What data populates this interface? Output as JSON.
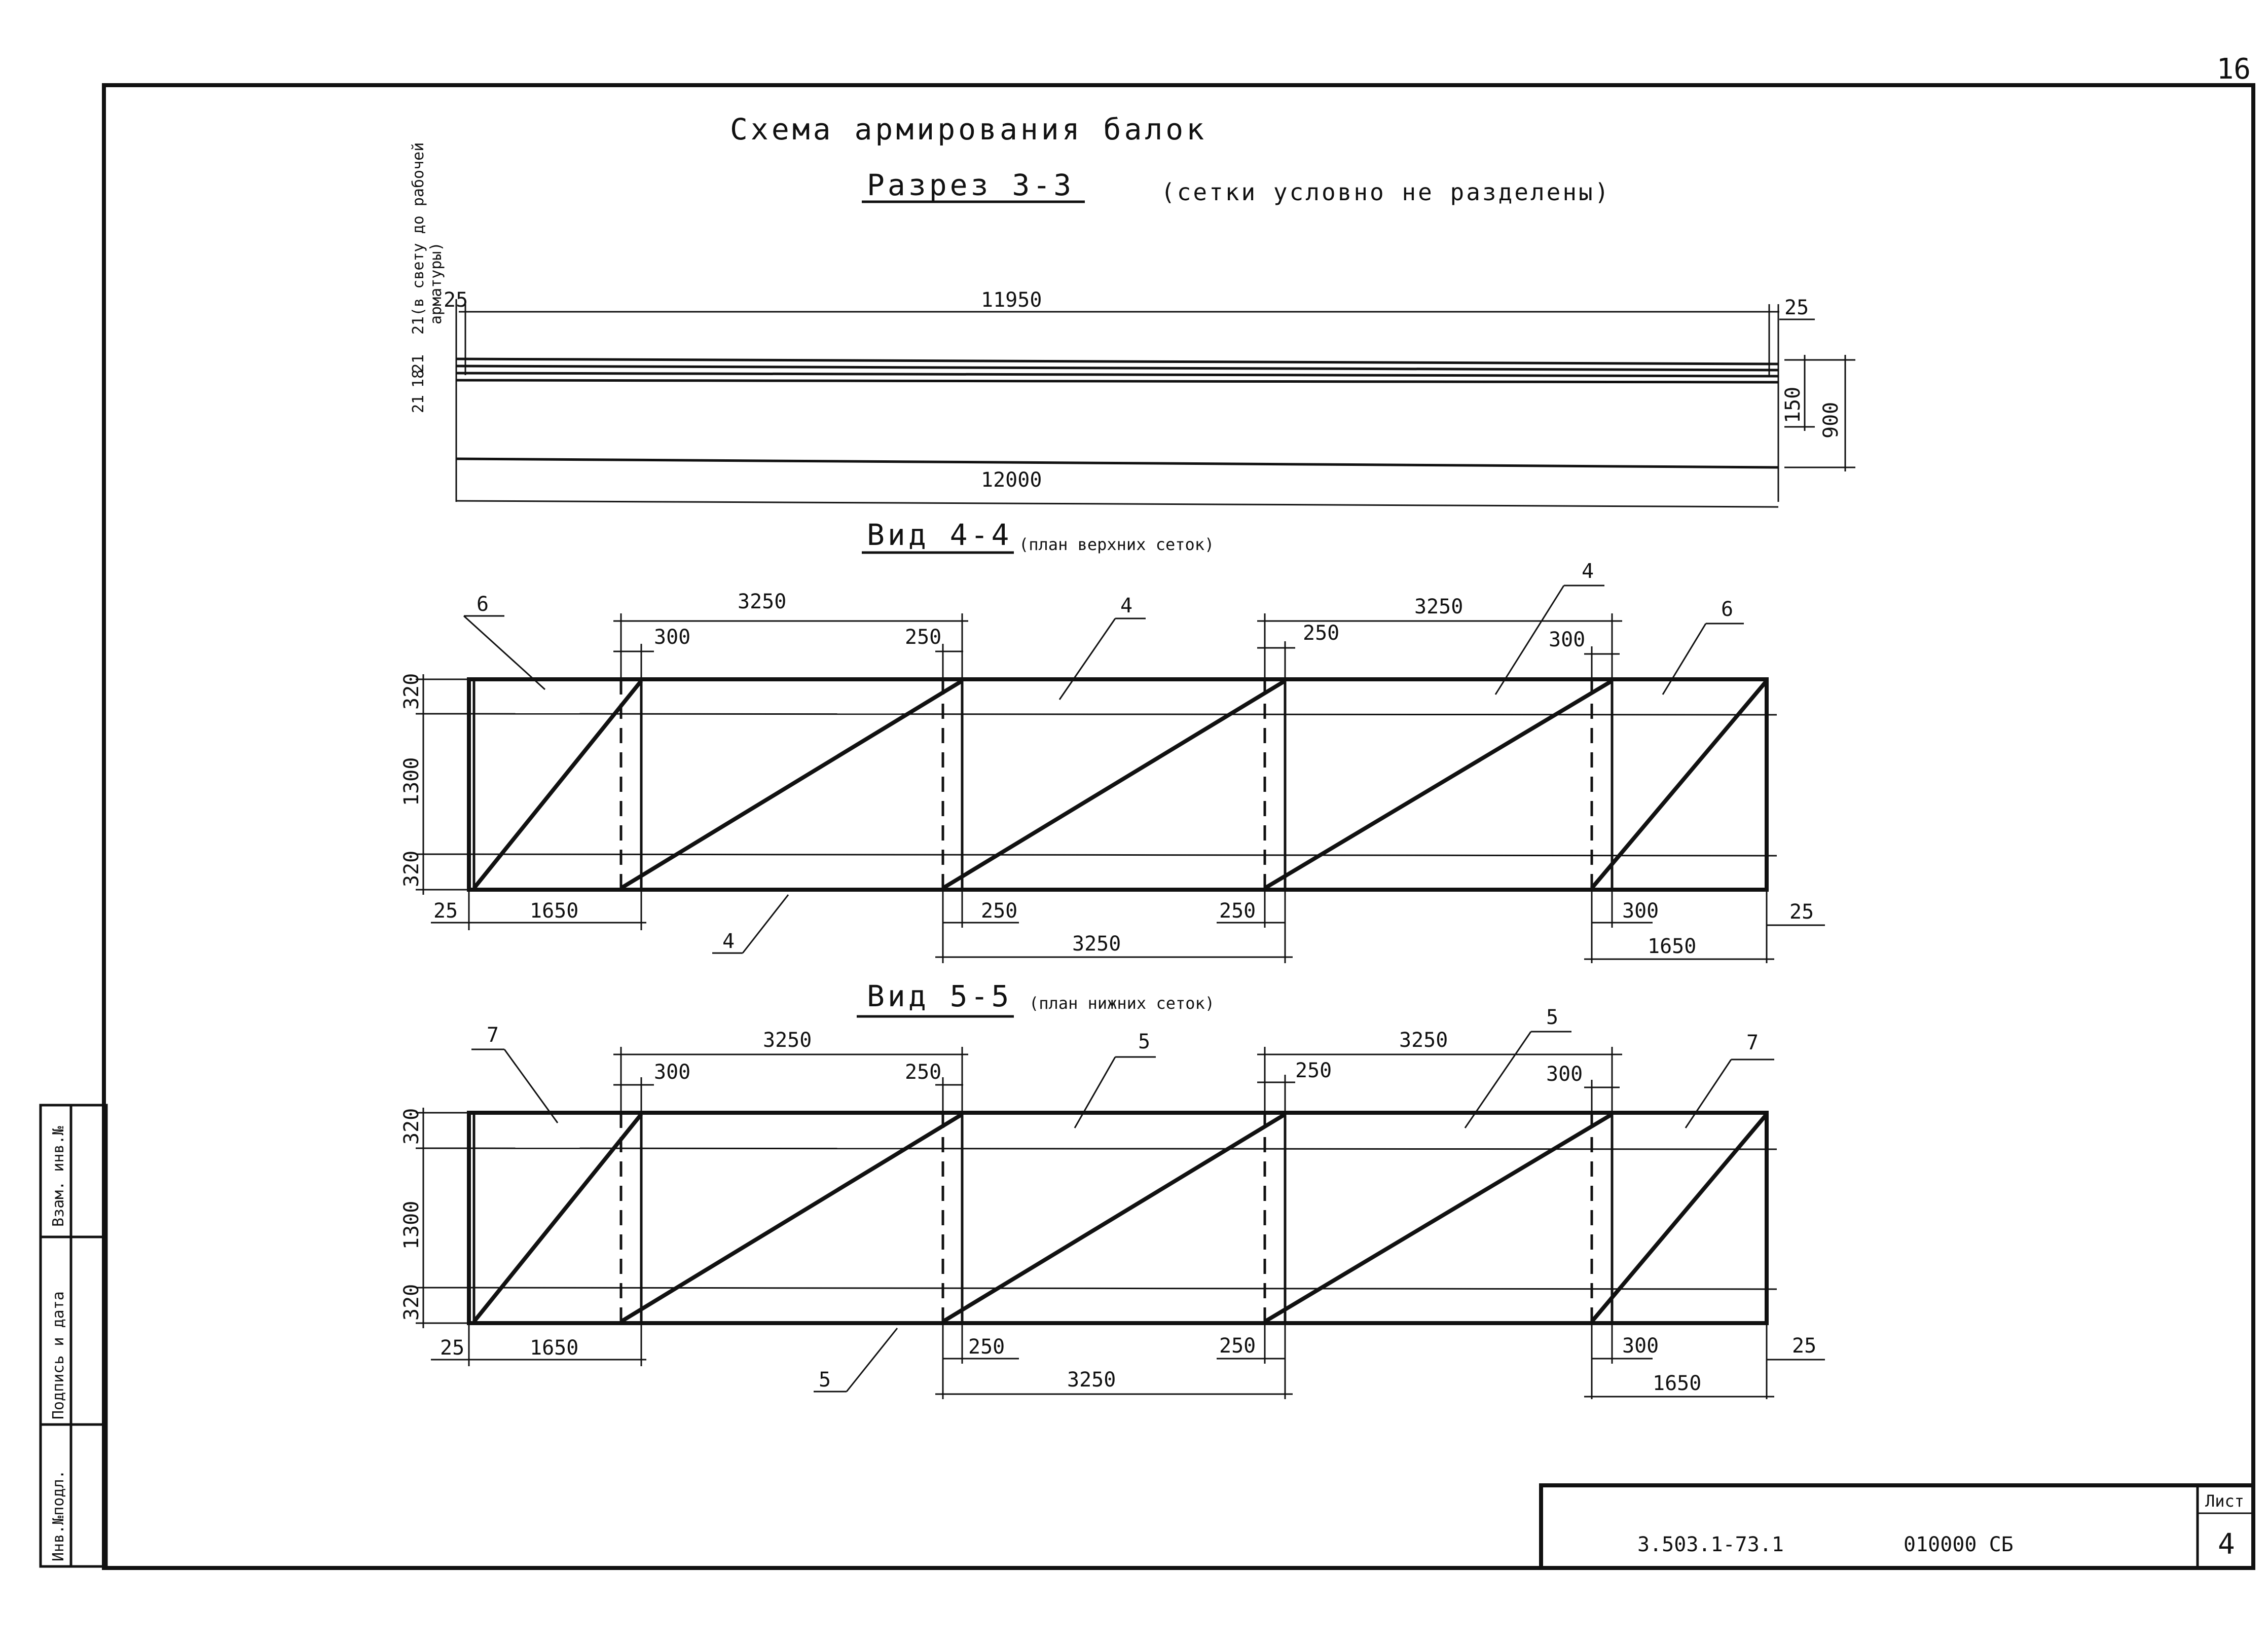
{
  "page_number": "16",
  "title": "Схема армирования балок",
  "section": {
    "label": "Разрез 3-3",
    "note": "(сетки условно не разделены)",
    "left_label_1": "21(в свету до рабочей",
    "left_label_2": "арматуры)",
    "left_dims": [
      "21",
      "18",
      "21"
    ],
    "dims": {
      "top_left": "25",
      "top_span": "11950",
      "top_right": "25",
      "right_small": "150",
      "right_total": "900",
      "bottom_span": "12000"
    }
  },
  "view_top": {
    "label": "Вид 4-4",
    "note": "(план верхних сеток)",
    "marks": [
      "6",
      "4",
      "4",
      "6",
      "4"
    ],
    "dims": {
      "d3250a": "3250",
      "d300a": "300",
      "d250a": "250",
      "d3250b": "3250",
      "d250b": "250",
      "d300b": "300",
      "left320a": "320",
      "left1300": "1300",
      "left320b": "320",
      "b25": "25",
      "b1650": "1650",
      "b250a": "250",
      "b250b": "250",
      "b3250": "3250",
      "b300": "300",
      "b25r": "25",
      "b1650r": "1650"
    }
  },
  "view_bottom": {
    "label": "Вид 5-5",
    "note": "(план нижних сеток)",
    "marks": [
      "7",
      "5",
      "5",
      "7",
      "5"
    ],
    "dims": {
      "d3250a": "3250",
      "d300a": "300",
      "d250a": "250",
      "d3250b": "3250",
      "d250b": "250",
      "d300b": "300",
      "left320a": "320",
      "left1300": "1300",
      "left320b": "320",
      "b25": "25",
      "b1650": "1650",
      "b250a": "250",
      "b250b": "250",
      "b3250": "3250",
      "b300": "300",
      "b25r": "25",
      "b1650r": "1650"
    }
  },
  "side_stamp": {
    "c1": "Инв.№подл.",
    "c2": "Подпись и дата",
    "c3": "Взам. инв.№"
  },
  "title_block": {
    "code": "3.503.1-73.1",
    "doc": "010000 СБ",
    "sheet_label": "Лист",
    "sheet": "4"
  }
}
